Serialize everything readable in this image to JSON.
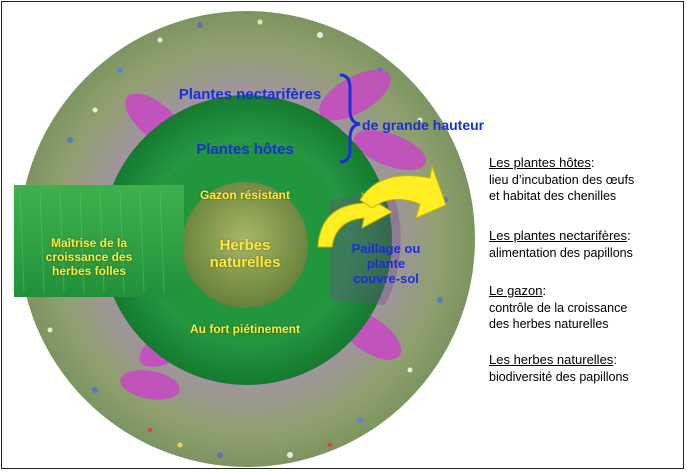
{
  "diagram": {
    "rings": {
      "outer": "Plantes nectarifères",
      "outer_note": "de grande hauteur",
      "middle": "Plantes hôtes",
      "inner_top": "Gazon résistant",
      "inner_bottom": "Au fort piétinement",
      "center": "Herbes naturelles",
      "left_band": "Maîtrise de la croissance des herbes folles",
      "right_band": "Paillage ou plante couvre-sol"
    },
    "colors": {
      "ring_outer": "#b98ab0",
      "ring_green": "#1f8c3a",
      "center": "#7f9a3e",
      "label_blue": "#1a2fd6",
      "label_yellow": "#ffe83a",
      "arrow": "#ffee22"
    }
  },
  "legend": [
    {
      "term": "Les plantes hôtes",
      "colon": ":",
      "desc1": "lieu d’incubation des œufs",
      "desc2": "et habitat des chenilles"
    },
    {
      "term": "Les plantes nectarifères",
      "colon": ":",
      "desc1": "alimentation des papillons"
    },
    {
      "term": "Le gazon",
      "colon": ":",
      "desc1": "contrôle de la croissance",
      "desc2": "des herbes naturelles"
    },
    {
      "term": "Les herbes naturelles",
      "colon": ":",
      "desc1": "biodiversité des papillons"
    }
  ]
}
